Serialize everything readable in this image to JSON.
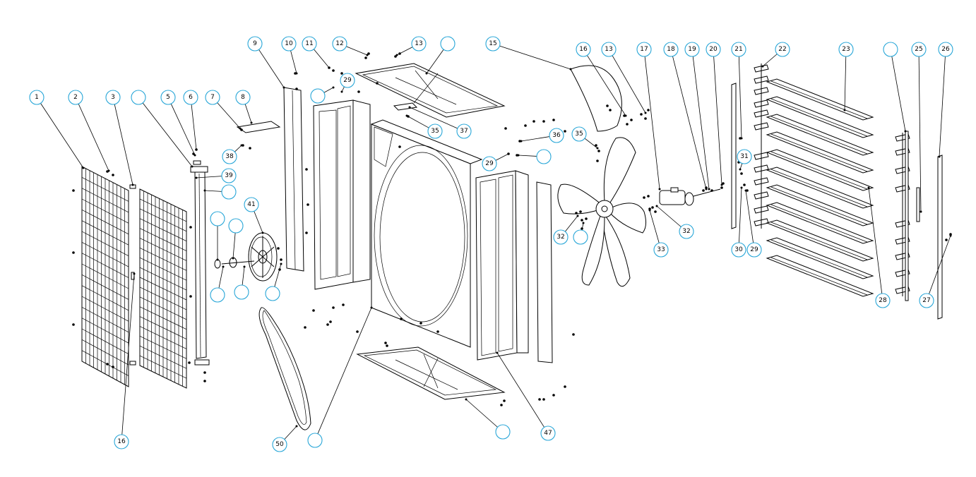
{
  "diagram": {
    "accent_color": "#2aa7d8",
    "callouts": [
      {
        "id": "c1",
        "label": "1"
      },
      {
        "id": "c2",
        "label": "2"
      },
      {
        "id": "c3",
        "label": "3"
      },
      {
        "id": "c4",
        "label": ""
      },
      {
        "id": "c5",
        "label": "5"
      },
      {
        "id": "c6",
        "label": "6"
      },
      {
        "id": "c7",
        "label": "7"
      },
      {
        "id": "c8",
        "label": "8"
      },
      {
        "id": "c9",
        "label": "9"
      },
      {
        "id": "c10",
        "label": "10"
      },
      {
        "id": "c11",
        "label": "11"
      },
      {
        "id": "c12",
        "label": "12"
      },
      {
        "id": "c13a",
        "label": "13"
      },
      {
        "id": "c14",
        "label": ""
      },
      {
        "id": "c15",
        "label": "15"
      },
      {
        "id": "c16a",
        "label": "16"
      },
      {
        "id": "c13b",
        "label": "13"
      },
      {
        "id": "c17",
        "label": "17"
      },
      {
        "id": "c18",
        "label": "18"
      },
      {
        "id": "c19",
        "label": "19"
      },
      {
        "id": "c20",
        "label": "20"
      },
      {
        "id": "c21",
        "label": "21"
      },
      {
        "id": "c22",
        "label": "22"
      },
      {
        "id": "c23",
        "label": "23"
      },
      {
        "id": "c24",
        "label": ""
      },
      {
        "id": "c25",
        "label": "25"
      },
      {
        "id": "c26",
        "label": "26"
      },
      {
        "id": "c29a",
        "label": ""
      },
      {
        "id": "c29b",
        "label": "29"
      },
      {
        "id": "c38",
        "label": "38"
      },
      {
        "id": "c39",
        "label": "39"
      },
      {
        "id": "c40",
        "label": ""
      },
      {
        "id": "c41",
        "label": "41"
      },
      {
        "id": "c42",
        "label": ""
      },
      {
        "id": "c43",
        "label": ""
      },
      {
        "id": "c44",
        "label": ""
      },
      {
        "id": "c45",
        "label": ""
      },
      {
        "id": "c46",
        "label": ""
      },
      {
        "id": "c35a",
        "label": "35"
      },
      {
        "id": "c37",
        "label": "37"
      },
      {
        "id": "c36",
        "label": "36"
      },
      {
        "id": "c29c",
        "label": "29"
      },
      {
        "id": "c34",
        "label": ""
      },
      {
        "id": "c35b",
        "label": "35"
      },
      {
        "id": "c32a",
        "label": "32"
      },
      {
        "id": "c32b",
        "label": ""
      },
      {
        "id": "c33",
        "label": "33"
      },
      {
        "id": "c32c",
        "label": "32"
      },
      {
        "id": "c31",
        "label": "31"
      },
      {
        "id": "c30",
        "label": "30"
      },
      {
        "id": "c29d",
        "label": "29"
      },
      {
        "id": "c28",
        "label": "28"
      },
      {
        "id": "c27",
        "label": "27"
      },
      {
        "id": "c16b",
        "label": "16"
      },
      {
        "id": "c50",
        "label": "50"
      },
      {
        "id": "c48",
        "label": ""
      },
      {
        "id": "c49",
        "label": ""
      },
      {
        "id": "c47",
        "label": "47"
      }
    ]
  }
}
